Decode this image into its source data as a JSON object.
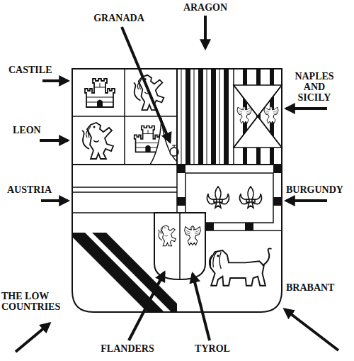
{
  "diagram": {
    "labels": [
      "GRANADA",
      "ARAGON",
      "CASTILE",
      "NAPLES AND SICILY",
      "LEON",
      "AUSTRIA",
      "BURGUNDY",
      "THE LOW COUNTRIES",
      "BRABANT",
      "FLANDERS",
      "TYROL"
    ]
  }
}
